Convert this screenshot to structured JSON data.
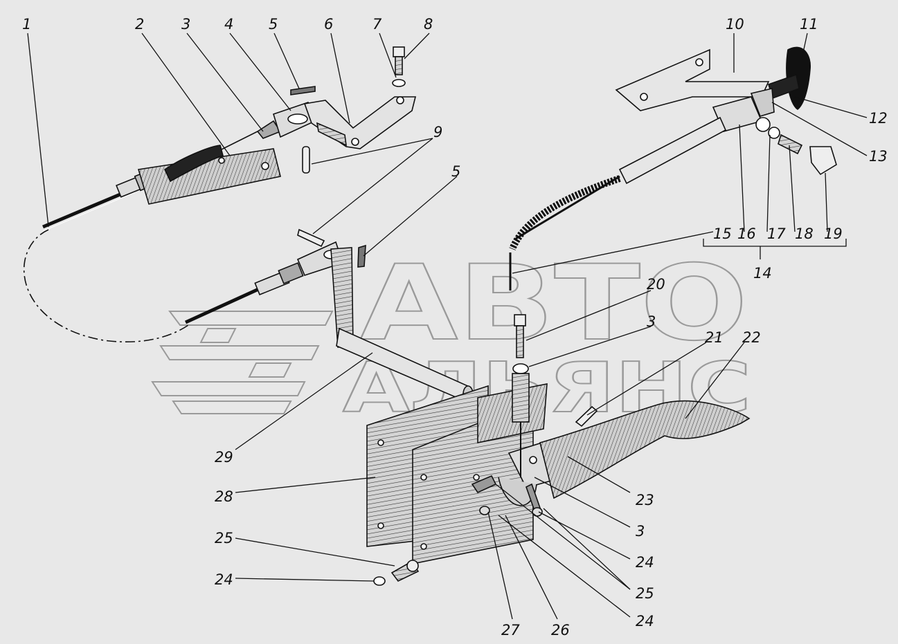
{
  "watermark": {
    "line1": "АВТО",
    "line2": "АЛЬЯНС"
  },
  "colors": {
    "background": "#e8e8e8",
    "ink": "#111111",
    "watermark": "#9a9a9a",
    "metal": "#cfcfcf"
  },
  "labels": {
    "l1": "1",
    "l2": "2",
    "l3a": "3",
    "l4": "4",
    "l5a": "5",
    "l6": "6",
    "l7": "7",
    "l8": "8",
    "l9": "9",
    "l10": "10",
    "l11": "11",
    "l12": "12",
    "l13": "13",
    "l14": "14",
    "l15": "15",
    "l16": "16",
    "l17": "17",
    "l18": "18",
    "l19": "19",
    "l5b": "5",
    "l20": "20",
    "l3b": "3",
    "l21": "21",
    "l22": "22",
    "l29": "29",
    "l23": "23",
    "l3c": "3",
    "l28": "28",
    "l24a": "24",
    "l25a": "25",
    "l25b": "25",
    "l24b": "24",
    "l24c": "24",
    "l27": "27",
    "l26": "26"
  }
}
